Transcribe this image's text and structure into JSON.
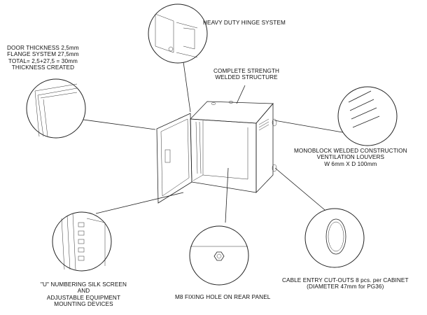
{
  "labels": {
    "hinge": [
      "HEAVY DUTY HINGE SYSTEM"
    ],
    "door": [
      "DOOR THICKNESS 2,5mm",
      "FLANGE SYSTEM 27,5mm",
      "TOTAL= 2,5+27,5 = 30mm",
      "THICKNESS CREATED"
    ],
    "strength": [
      "COMPLETE STRENGTH",
      "WELDED STRUCTURE"
    ],
    "louvers": [
      "MONOBLOCK WELDED CONSTRUCTION",
      "VENTILATION LOUVERS",
      "W 6mm X D 100mm"
    ],
    "rail": [
      "\"U\" NUMBERING SILK SCREEN",
      "AND",
      "ADJUSTABLE EQUIPMENT",
      "MOUNTING DEVICES"
    ],
    "fixing": [
      "M8 FIXING HOLE ON REAR PANEL"
    ],
    "cable": [
      "CABLE ENTRY CUT-OUTS 8 pcs. per CABINET",
      "(DIAMETER 47mm for PG36)"
    ]
  },
  "colors": {
    "line": "#222222",
    "background": "#ffffff"
  }
}
